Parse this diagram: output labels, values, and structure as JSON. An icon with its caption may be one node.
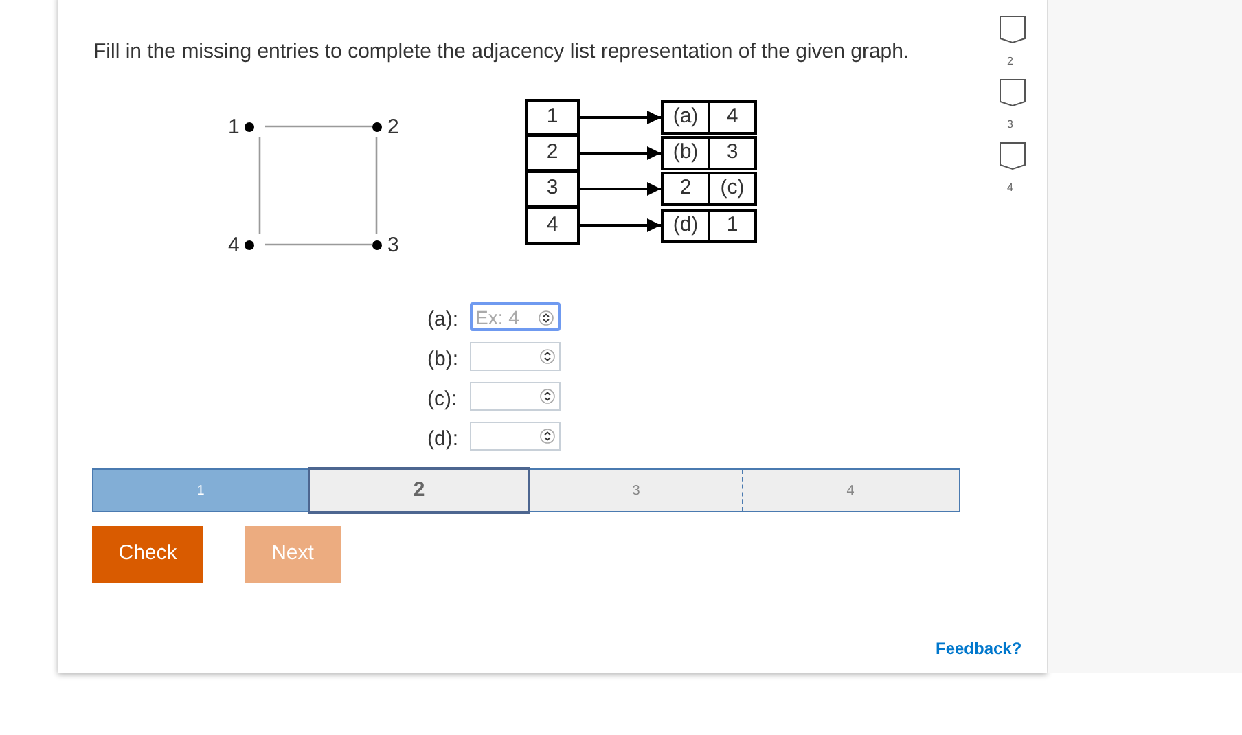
{
  "diagram": {
    "nodes": [
      {
        "text": [
          "1"
        ]
      },
      {
        "text": [
          "2"
        ]
      },
      {
        "text": [
          "3"
        ]
      },
      {
        "text": [
          "4"
        ]
      },
      {
        "text": [
          "1"
        ]
      },
      {
        "text": [
          "2"
        ]
      },
      {
        "text": [
          "3"
        ]
      },
      {
        "text": [
          "4"
        ]
      },
      {
        "text": [
          "(a)",
          "4"
        ]
      },
      {
        "text": [
          "(b)",
          "3"
        ]
      },
      {
        "text": [
          "2",
          "(c)"
        ]
      },
      {
        "text": [
          "(d)",
          "1"
        ]
      }
    ],
    "edges": [
      {
        "from": 0,
        "to": 1,
        "arrow": "none",
        "color": "#9a9a9a"
      },
      {
        "from": 1,
        "to": 2,
        "arrow": "none",
        "color": "#9a9a9a"
      },
      {
        "from": 2,
        "to": 3,
        "arrow": "none",
        "color": "#9a9a9a"
      },
      {
        "from": 3,
        "to": 0,
        "arrow": "none",
        "color": "#9a9a9a"
      },
      {
        "from": 4,
        "to": 8,
        "arrow": "to",
        "color": "#000000"
      },
      {
        "from": 5,
        "to": 9,
        "arrow": "to",
        "color": "#000000"
      },
      {
        "from": 6,
        "to": 10,
        "arrow": "to",
        "color": "#000000"
      },
      {
        "from": 7,
        "to": 11,
        "arrow": "to",
        "color": "#000000"
      }
    ],
    "labels": [
      "Fill in the missing entries to complete the adjacency list representation of the given graph.",
      "2",
      "3",
      "4",
      "(a):",
      "Ex: 4",
      "(b):",
      "(c):",
      "(d):",
      "1",
      "2",
      "3",
      "4",
      "Check",
      "Next",
      "Feedback?"
    ]
  }
}
